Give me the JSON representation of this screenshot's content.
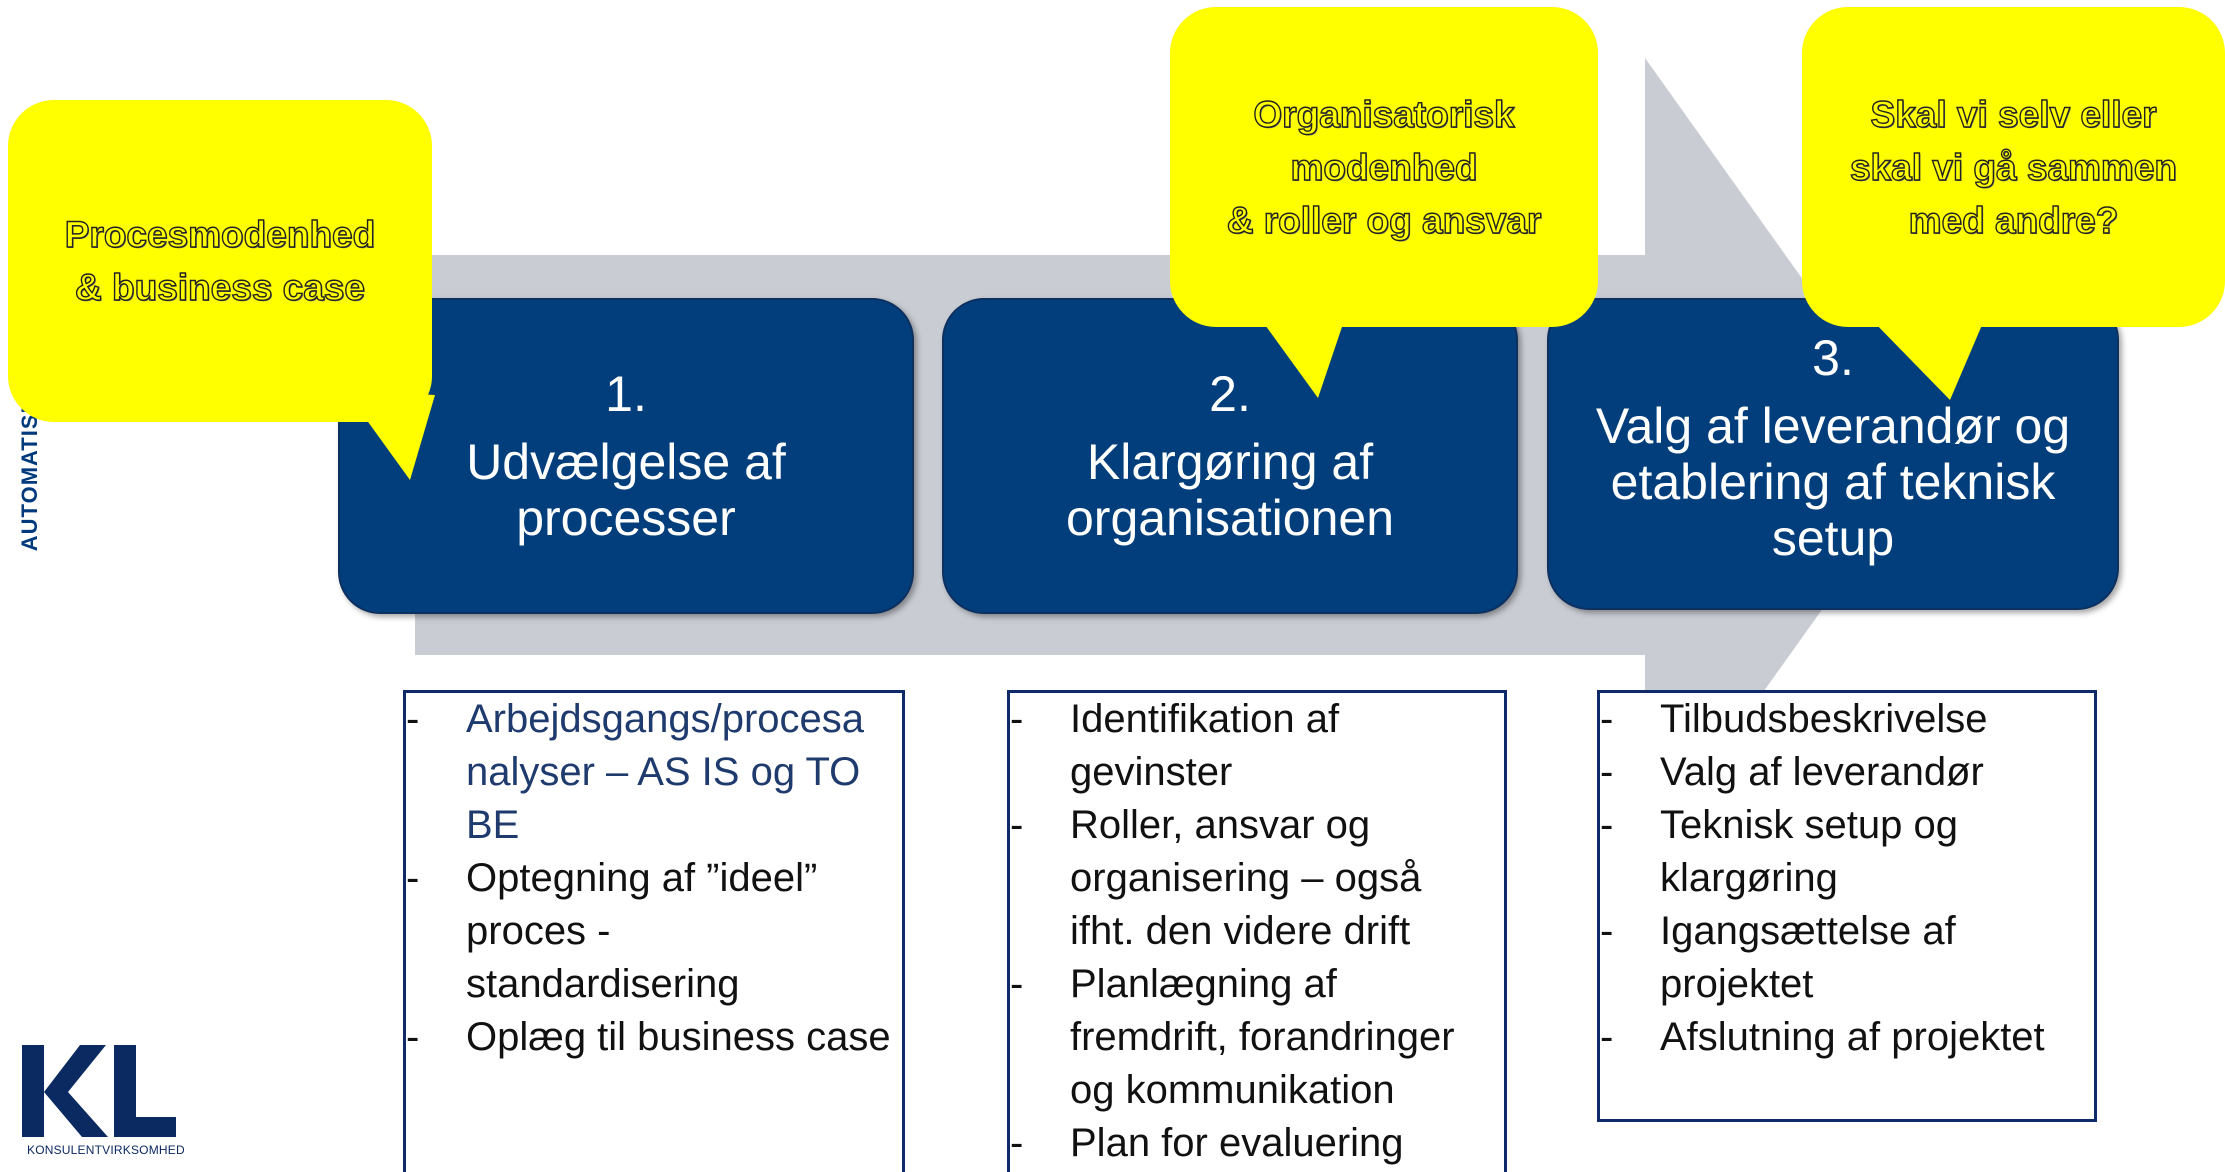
{
  "side_label": "AUTOMATISERING",
  "steps": [
    {
      "num": "1.",
      "title": "Udvælgelse af\nprocesser"
    },
    {
      "num": "2.",
      "title": "Klargøring af\norganisationen"
    },
    {
      "num": "3.",
      "title": "Valg af leverandør og\netablering af teknisk\nsetup"
    }
  ],
  "callouts": [
    {
      "text": "Procesmodenhed\n& business case"
    },
    {
      "text": "Organisatorisk\nmodenhed\n& roller og ansvar"
    },
    {
      "text": "Skal vi selv eller\nskal vi gå sammen\nmed andre?"
    }
  ],
  "boxes": [
    {
      "items": [
        {
          "dash": "-",
          "text": "Arbejdsgangs/procesa nalyser – AS IS og TO BE"
        },
        {
          "dash": "-",
          "text": "Optegning af ”ideel” proces - standardisering"
        },
        {
          "dash": "-",
          "text": "Oplæg til business case"
        }
      ]
    },
    {
      "items": [
        {
          "dash": "-",
          "text": "Identifikation af gevinster"
        },
        {
          "dash": "-",
          "text": "Roller, ansvar og organisering – også ifht. den videre drift"
        },
        {
          "dash": "-",
          "text": "Planlægning af fremdrift, forandringer og kommunikation"
        },
        {
          "dash": "-",
          "text": "Plan for evaluering"
        }
      ]
    },
    {
      "items": [
        {
          "dash": "-",
          "text": "Tilbudsbeskrivelse"
        },
        {
          "dash": "-",
          "text": "Valg af leverandør"
        },
        {
          "dash": "-",
          "text": "Teknisk setup og klargøring"
        },
        {
          "dash": "-",
          "text": "Igangsættelse af projektet"
        },
        {
          "dash": "-",
          "text": "Afslutning af projektet"
        }
      ]
    }
  ],
  "logo": {
    "text": "KL",
    "subtitle": "KONSULENTVIRKSOMHED"
  },
  "colors": {
    "step_fill": "#023e7b",
    "callout_fill": "#ffff00",
    "arrow_fill": "#c9ccd3",
    "box_border": "#0e2a68"
  }
}
